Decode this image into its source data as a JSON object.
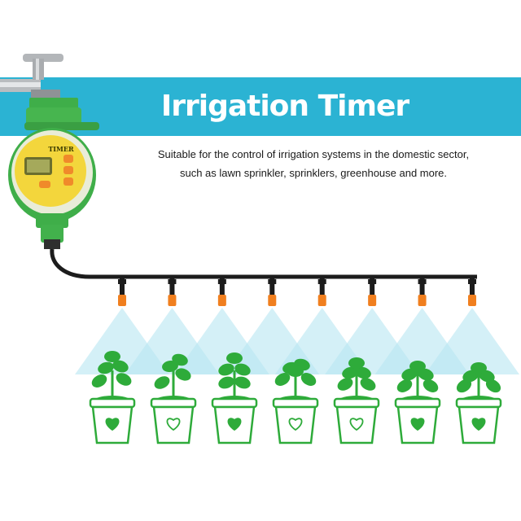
{
  "banner": {
    "title": "Irrigation Timer",
    "color": "#2bb3d3"
  },
  "description": {
    "line1": "Suitable for the control of irrigation systems in the domestic sector,",
    "line2": "such as lawn sprinkler, sprinklers, greenhouse and more."
  },
  "device": {
    "label": "TIMER"
  },
  "colors": {
    "plant_green": "#2eab3a",
    "nozzle_orange": "#f07f1f",
    "spray_blue": "#b8e6f2",
    "device_green": "#3fae49",
    "device_yellow": "#f3d63c"
  },
  "illustration": {
    "sprinkler_count": 8,
    "plant_pot_count": 7
  }
}
